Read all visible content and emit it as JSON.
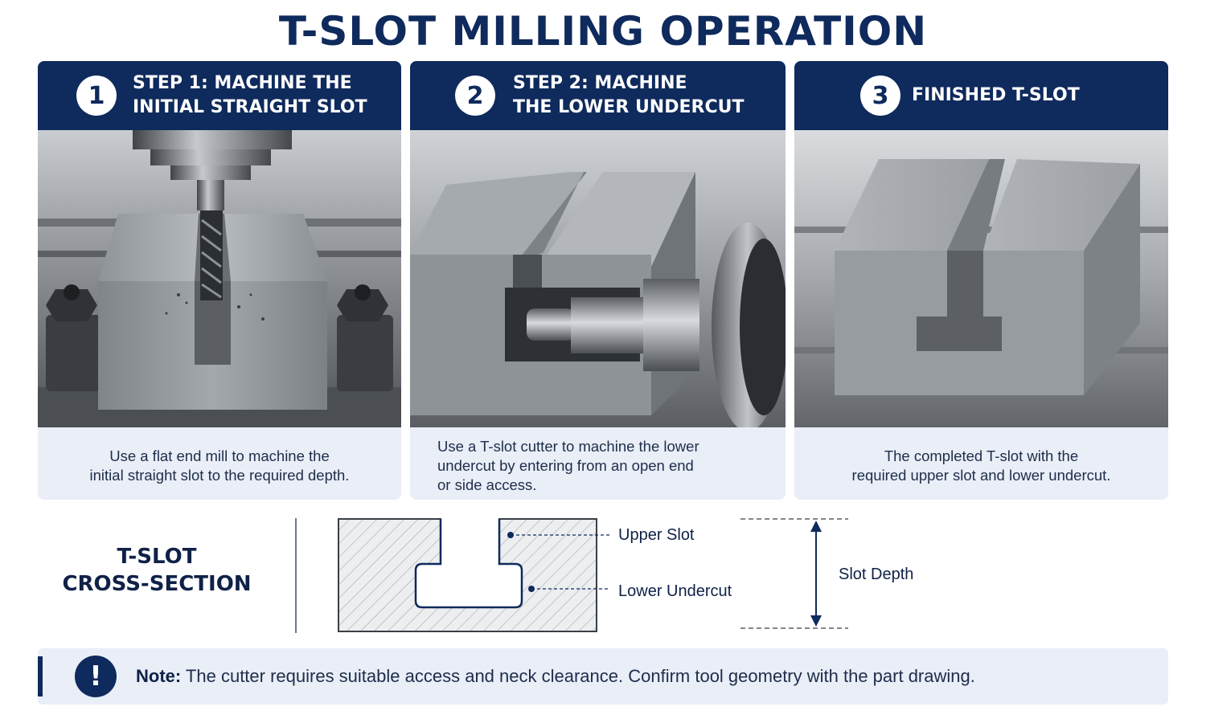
{
  "title": "T-SLOT MILLING OPERATION",
  "steps": [
    {
      "number": "1",
      "heading_lines": [
        "STEP 1: MACHINE THE",
        "INITIAL STRAIGHT SLOT"
      ],
      "caption_lines": [
        "Use a flat end mill to machine the",
        "initial straight slot to the required depth."
      ]
    },
    {
      "number": "2",
      "heading_lines": [
        "STEP 2: MACHINE",
        "THE LOWER UNDERCUT"
      ],
      "caption_lines": [
        "Use a T-slot cutter to machine the lower",
        "undercut by entering from an open end",
        "or side access."
      ]
    },
    {
      "number": "3",
      "heading_lines": [
        "FINISHED T-SLOT"
      ],
      "caption_lines": [
        "The completed T-slot with the",
        "required upper slot and lower undercut."
      ]
    }
  ],
  "cross_section": {
    "label_lines": [
      "T-SLOT",
      "CROSS-SECTION"
    ],
    "upper_slot_label": "Upper Slot",
    "lower_undercut_label": "Lower Undercut",
    "slot_depth_label": "Slot Depth"
  },
  "note": {
    "icon": "!",
    "label": "Note:",
    "text": " The cutter requires suitable access and neck clearance. Confirm tool geometry with the part drawing."
  },
  "colors": {
    "navy": "#0f2a5c",
    "panel_bg": "#e9eef7",
    "steel": "#9ea3a8"
  }
}
